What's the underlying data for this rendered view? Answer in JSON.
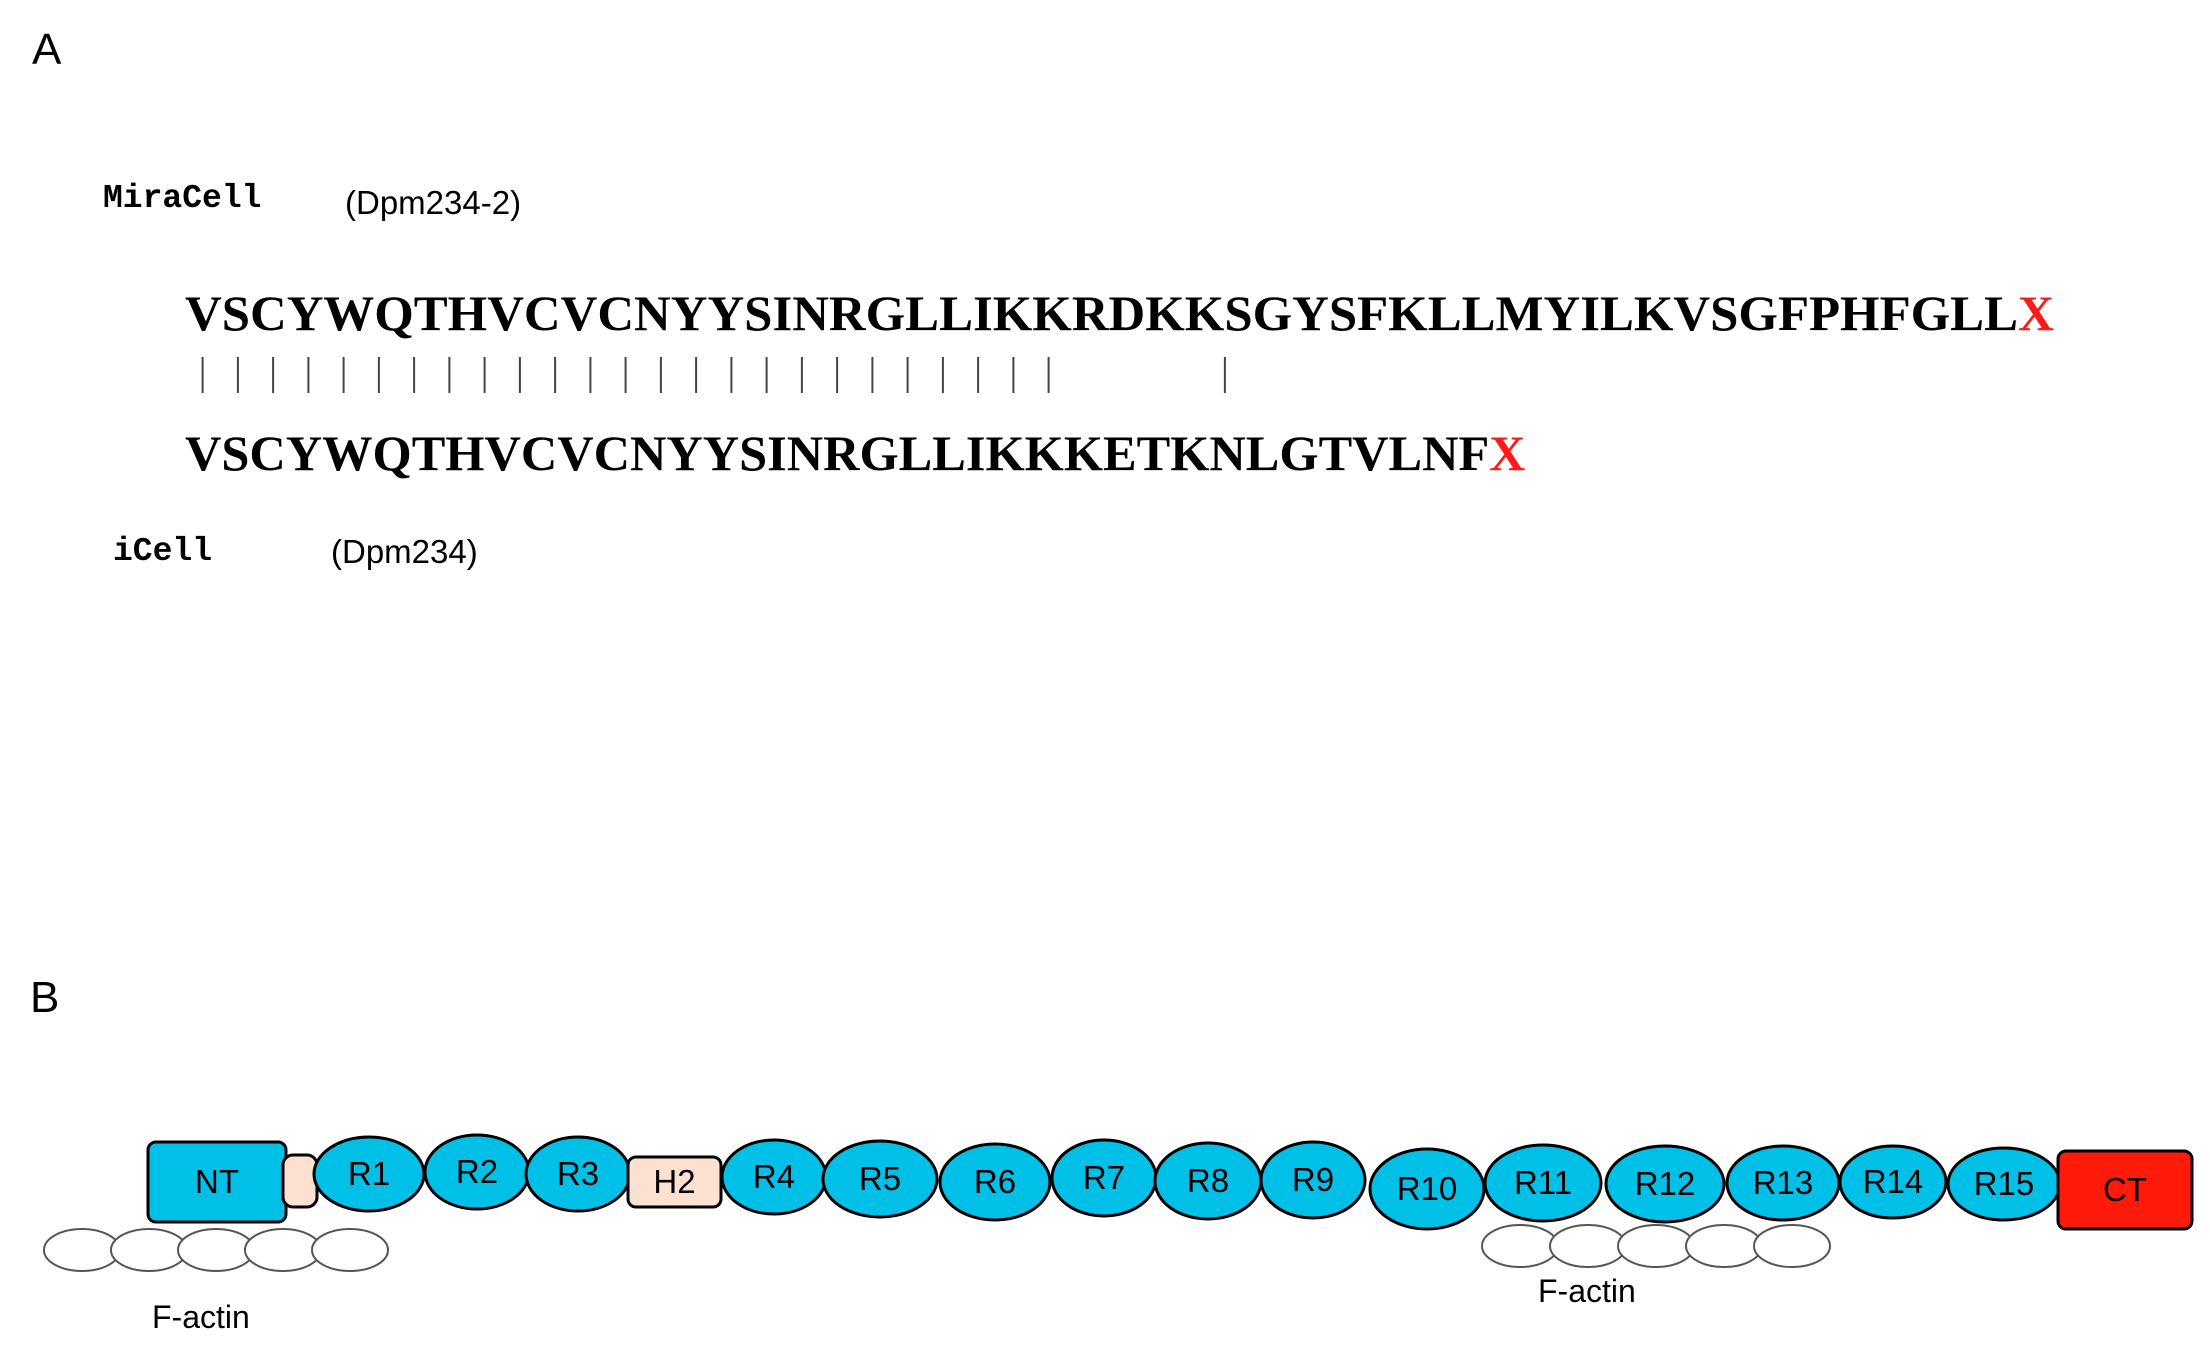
{
  "panel_a": {
    "letter": "A",
    "top": {
      "cell_line": "MiraCell",
      "strain": "(Dpm234-2)",
      "sequence": "VSCYWQTHVCVCNYYSINRGLLIKKRDKKSGYSFKLLMYILKVSGFPHFGLL",
      "stop": "X"
    },
    "bottom": {
      "cell_line": "iCell",
      "strain": "(Dpm234)",
      "sequence": "VSCYWQTHVCVCNYYSINRGLLIKKKETKNLGTVLNF",
      "stop": "X"
    },
    "match_count_prefix": 25,
    "extra_match_index": 29
  },
  "panel_b": {
    "letter": "B",
    "domains": [
      {
        "label": "NT",
        "shape": "rect",
        "color": "#00c0e8"
      },
      {
        "label": "",
        "shape": "tab",
        "color": "#fde1d0"
      },
      {
        "label": "R1",
        "shape": "ellipse",
        "color": "#00c0e8"
      },
      {
        "label": "R2",
        "shape": "ellipse",
        "color": "#00c0e8"
      },
      {
        "label": "R3",
        "shape": "ellipse",
        "color": "#00c0e8"
      },
      {
        "label": "H2",
        "shape": "rect",
        "color": "#fde1d0"
      },
      {
        "label": "R4",
        "shape": "ellipse",
        "color": "#00c0e8"
      },
      {
        "label": "R5",
        "shape": "ellipse",
        "color": "#00c0e8"
      },
      {
        "label": "R6",
        "shape": "ellipse",
        "color": "#00c0e8"
      },
      {
        "label": "R7",
        "shape": "ellipse",
        "color": "#00c0e8"
      },
      {
        "label": "R8",
        "shape": "ellipse",
        "color": "#00c0e8"
      },
      {
        "label": "R9",
        "shape": "ellipse",
        "color": "#00c0e8"
      },
      {
        "label": "R10",
        "shape": "ellipse",
        "color": "#00c0e8"
      },
      {
        "label": "R11",
        "shape": "ellipse",
        "color": "#00c0e8"
      },
      {
        "label": "R12",
        "shape": "ellipse",
        "color": "#00c0e8"
      },
      {
        "label": "R13",
        "shape": "ellipse",
        "color": "#00c0e8"
      },
      {
        "label": "R14",
        "shape": "ellipse",
        "color": "#00c0e8"
      },
      {
        "label": "R15",
        "shape": "ellipse",
        "color": "#00c0e8"
      },
      {
        "label": "CT",
        "shape": "rect",
        "color": "#ff1a0a"
      }
    ],
    "f_actin_left": {
      "label": "F-actin",
      "count": 5
    },
    "f_actin_right": {
      "label": "F-actin",
      "count": 5
    }
  }
}
